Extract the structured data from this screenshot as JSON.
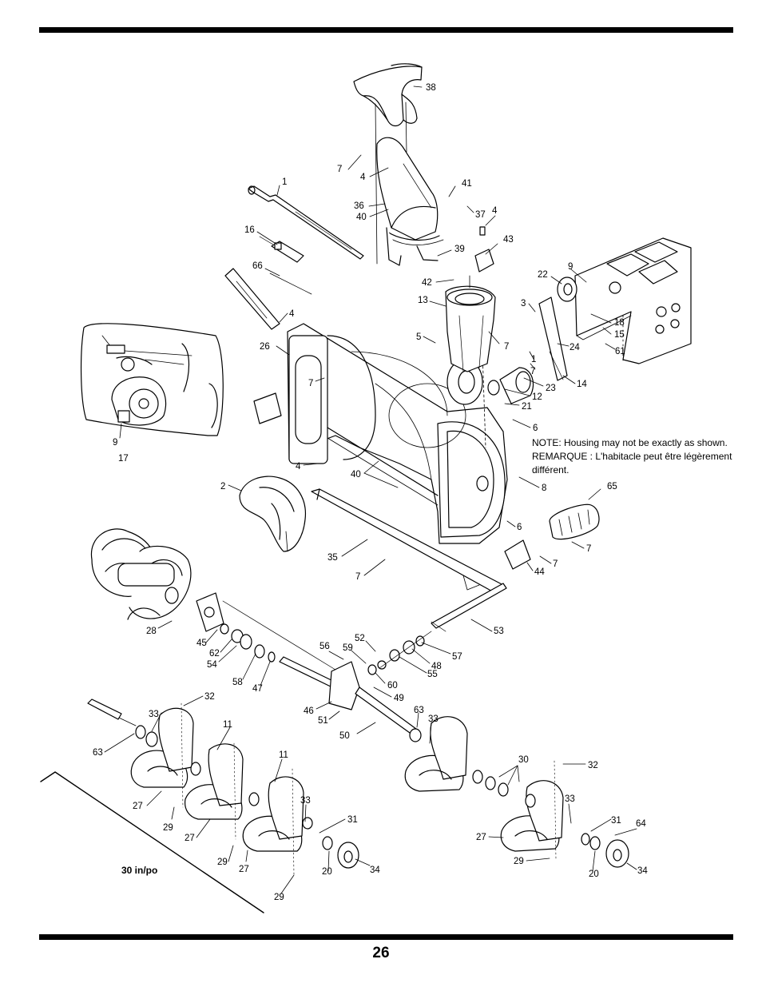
{
  "page_number": "26",
  "note": {
    "english": "NOTE: Housing may not be exactly as shown.",
    "french_line1": "REMARQUE : L'habitacle peut être légèrement",
    "french_line2": "différent."
  },
  "size_label": "30 in/po",
  "callouts": {
    "c38": "38",
    "c7a": "7",
    "c4a": "4",
    "c41": "41",
    "c1a": "1",
    "c36": "36",
    "c40a": "40",
    "c37": "37",
    "c4b": "4",
    "c16": "16",
    "c43": "43",
    "c39": "39",
    "c66": "66",
    "c9a": "9",
    "c22": "22",
    "c42": "42",
    "c13": "13",
    "c3": "3",
    "c4c": "4",
    "c18": "18",
    "c15": "15",
    "c26": "26",
    "c5": "5",
    "c7b": "7",
    "c24": "24",
    "c61": "61",
    "c1b": "1",
    "c7c": "7",
    "c7d": "7",
    "c23": "23",
    "c14": "14",
    "c12": "12",
    "c21": "21",
    "c9b": "9",
    "c17": "17",
    "c6a": "6",
    "c4d": "4",
    "c40b": "40",
    "c8": "8",
    "c65": "65",
    "c2": "2",
    "c6b": "6",
    "c7e": "7",
    "c35": "35",
    "c7f": "7",
    "c44": "44",
    "c7g": "7",
    "c28": "28",
    "c53": "53",
    "c45": "45",
    "c62": "62",
    "c56": "56",
    "c52": "52",
    "c59": "59",
    "c57": "57",
    "c54": "54",
    "c48": "48",
    "c58": "58",
    "c55": "55",
    "c60": "60",
    "c47": "47",
    "c49": "49",
    "c32a": "32",
    "c46": "46",
    "c33a": "33",
    "c51": "51",
    "c63a": "63",
    "c33b": "33",
    "c11a": "11",
    "c50": "50",
    "c63b": "63",
    "c11b": "11",
    "c30": "30",
    "c32b": "32",
    "c33c": "33",
    "c27a": "27",
    "c33d": "33",
    "c29a": "29",
    "c31a": "31",
    "c31b": "31",
    "c64": "64",
    "c27b": "27",
    "c27c": "27",
    "c29b": "29",
    "c29c": "29",
    "c20a": "20",
    "c34a": "34",
    "c20b": "20",
    "c34b": "34",
    "c29d": "29",
    "c27d": "27"
  }
}
